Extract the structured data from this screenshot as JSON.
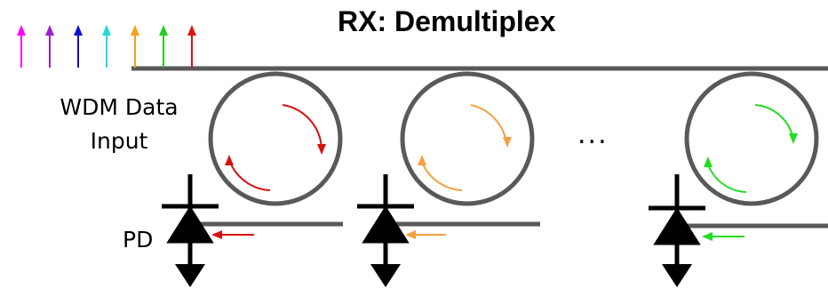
{
  "title": "RX: Demultiplex",
  "input_label_line1": "WDM Data",
  "input_label_line2": "Input",
  "pd_label": "PD",
  "ellipsis": "...",
  "wavelength_colors": [
    "#ff00ff",
    "#9a1fd6",
    "#1010d0",
    "#22d8d8",
    "#f4a020",
    "#22cc22",
    "#e01010"
  ],
  "rings": [
    {
      "name": "ring-1",
      "color": "#d81010"
    },
    {
      "name": "ring-2",
      "color": "#f4a040"
    },
    {
      "name": "ring-n",
      "color": "#22dd22"
    }
  ],
  "waveguide_color": "#595959"
}
